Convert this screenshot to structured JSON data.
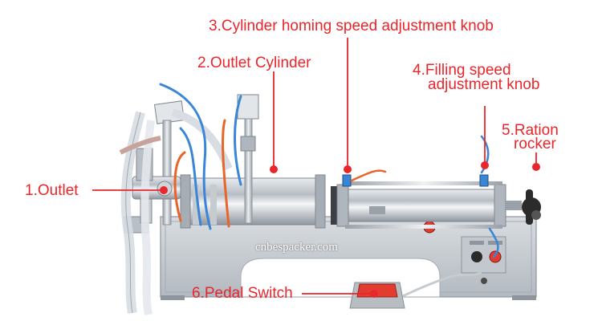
{
  "colors": {
    "label": "#e8262b",
    "steel": "#c9ced4",
    "steel_dark": "#8e959d",
    "blue_tube": "#3a86d6",
    "orange_tube": "#e8642b",
    "pedal_red": "#e23b2f"
  },
  "labels": {
    "outlet": "1.Outlet",
    "outlet_cylinder": "2.Outlet Cylinder",
    "cylinder_homing": "3.Cylinder homing speed adjustment knob",
    "filling_speed_line1": "4.Filling speed",
    "filling_speed_line2": "adjustment knob",
    "ration_rocker_line1": "5.Ration",
    "ration_rocker_line2": "rocker",
    "pedal_switch": "6.Pedal Switch"
  },
  "watermark": "cnbespacker.com",
  "icons": [
    "pointer-dot-icon"
  ]
}
